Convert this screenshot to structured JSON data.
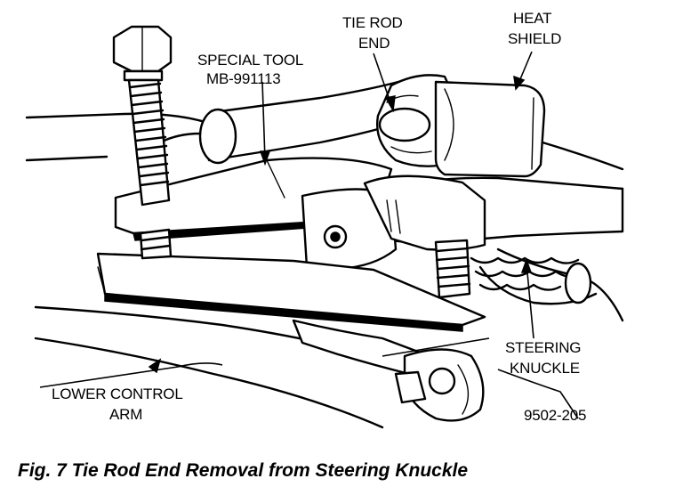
{
  "labels": {
    "special_tool_line1": "SPECIAL TOOL",
    "special_tool_line2": "MB-991113",
    "tie_rod_line1": "TIE ROD",
    "tie_rod_line2": "END",
    "heat_shield_line1": "HEAT",
    "heat_shield_line2": "SHIELD",
    "steering_knuckle_line1": "STEERING",
    "steering_knuckle_line2": "KNUCKLE",
    "lower_control_arm_line1": "LOWER CONTROL",
    "lower_control_arm_line2": "ARM",
    "part_number": "9502-205"
  },
  "caption": "Fig. 7 Tie Rod End Removal from Steering Knuckle"
}
